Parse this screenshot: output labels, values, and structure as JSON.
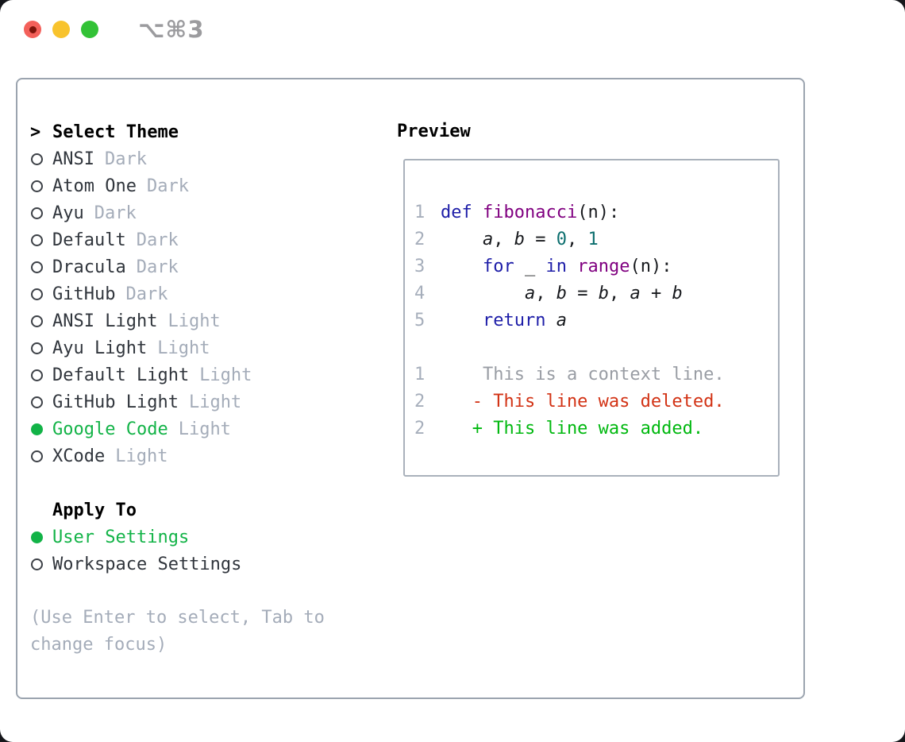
{
  "titlebar": {
    "shortcut": "⌥⌘3"
  },
  "theme_list": {
    "prompt": ">",
    "title": "Select Theme",
    "items": [
      {
        "name": "ANSI",
        "variant": "Dark",
        "selected": false
      },
      {
        "name": "Atom One",
        "variant": "Dark",
        "selected": false
      },
      {
        "name": "Ayu",
        "variant": "Dark",
        "selected": false
      },
      {
        "name": "Default",
        "variant": "Dark",
        "selected": false
      },
      {
        "name": "Dracula",
        "variant": "Dark",
        "selected": false
      },
      {
        "name": "GitHub",
        "variant": "Dark",
        "selected": false
      },
      {
        "name": "ANSI Light",
        "variant": "Light",
        "selected": false
      },
      {
        "name": "Ayu Light",
        "variant": "Light",
        "selected": false
      },
      {
        "name": "Default Light",
        "variant": "Light",
        "selected": false
      },
      {
        "name": "GitHub Light",
        "variant": "Light",
        "selected": false
      },
      {
        "name": "Google Code",
        "variant": "Light",
        "selected": true
      },
      {
        "name": "XCode",
        "variant": "Light",
        "selected": false
      }
    ]
  },
  "apply_to": {
    "title": "Apply To",
    "options": [
      {
        "label": "User Settings",
        "selected": true
      },
      {
        "label": "Workspace Settings",
        "selected": false
      }
    ]
  },
  "hint": "(Use Enter to select, Tab to change focus)",
  "preview": {
    "title": "Preview",
    "code": [
      {
        "num": "1",
        "tokens": [
          [
            "def",
            "kw"
          ],
          [
            " ",
            "p"
          ],
          [
            "fibonacci",
            "fn"
          ],
          [
            "(n):",
            "p"
          ]
        ]
      },
      {
        "num": "2",
        "tokens": [
          [
            "    ",
            "p"
          ],
          [
            "a",
            "var"
          ],
          [
            ", ",
            "p"
          ],
          [
            "b",
            "var"
          ],
          [
            " = ",
            "p"
          ],
          [
            "0",
            "num"
          ],
          [
            ", ",
            "p"
          ],
          [
            "1",
            "num"
          ]
        ]
      },
      {
        "num": "3",
        "tokens": [
          [
            "    ",
            "p"
          ],
          [
            "for",
            "kw"
          ],
          [
            " _ ",
            "p"
          ],
          [
            "in",
            "kw"
          ],
          [
            " ",
            "p"
          ],
          [
            "range",
            "fn"
          ],
          [
            "(n):",
            "p"
          ]
        ]
      },
      {
        "num": "4",
        "tokens": [
          [
            "        ",
            "p"
          ],
          [
            "a",
            "var"
          ],
          [
            ", ",
            "p"
          ],
          [
            "b",
            "var"
          ],
          [
            " = ",
            "p"
          ],
          [
            "b",
            "var"
          ],
          [
            ", ",
            "p"
          ],
          [
            "a",
            "var"
          ],
          [
            " + ",
            "p"
          ],
          [
            "b",
            "var"
          ]
        ]
      },
      {
        "num": "5",
        "tokens": [
          [
            "    ",
            "p"
          ],
          [
            "return",
            "kw"
          ],
          [
            " ",
            "p"
          ],
          [
            "a",
            "var"
          ]
        ]
      },
      {
        "num": "",
        "tokens": []
      },
      {
        "num": "1",
        "tokens": [
          [
            "    This is a context line.",
            "ctx"
          ]
        ]
      },
      {
        "num": "2",
        "tokens": [
          [
            "   - This line was deleted.",
            "del"
          ]
        ]
      },
      {
        "num": "2",
        "tokens": [
          [
            "   + This line was added.",
            "add"
          ]
        ]
      }
    ]
  },
  "colors": {
    "accent_green": "#12b347",
    "radio_outline": "#3c4046",
    "text_primary": "#30353c",
    "text_header": "#000000",
    "text_muted": "#a4acb9",
    "border_outer": "#9ba4af",
    "border_inner": "#a9b1bb",
    "line_no": "#a6aebb",
    "kw": "#1d1da8",
    "fn": "#800080",
    "num": "#0b6e6e",
    "ctx": "#999da4",
    "del": "#d23214",
    "add": "#00b80f",
    "traffic_red": "#f3605a",
    "traffic_red_dot": "#7d140b",
    "traffic_yellow": "#f8c32d",
    "traffic_green": "#32c236",
    "shortcut": "#9b9b9e"
  }
}
